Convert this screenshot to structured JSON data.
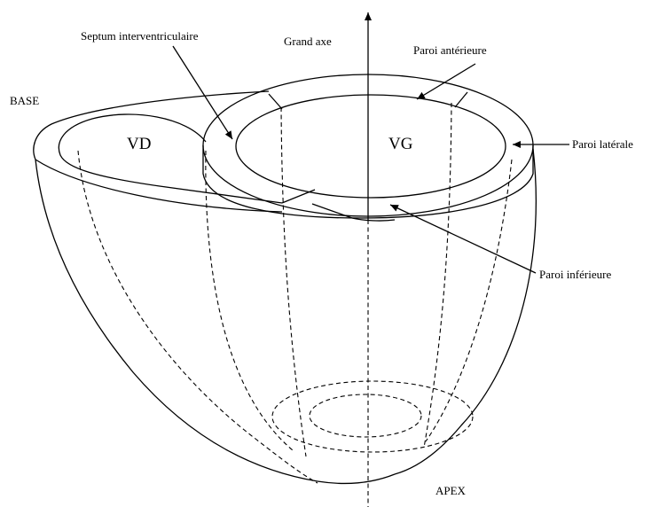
{
  "labels": {
    "base": "BASE",
    "apex": "APEX",
    "vd": "VD",
    "vg": "VG",
    "grand_axe": "Grand axe",
    "septum": "Septum interventriculaire",
    "paroi_anterieure": "Paroi antérieure",
    "paroi_laterale": "Paroi latérale",
    "paroi_inferieure": "Paroi inférieure"
  },
  "colors": {
    "stroke": "#000000",
    "background": "#ffffff"
  }
}
